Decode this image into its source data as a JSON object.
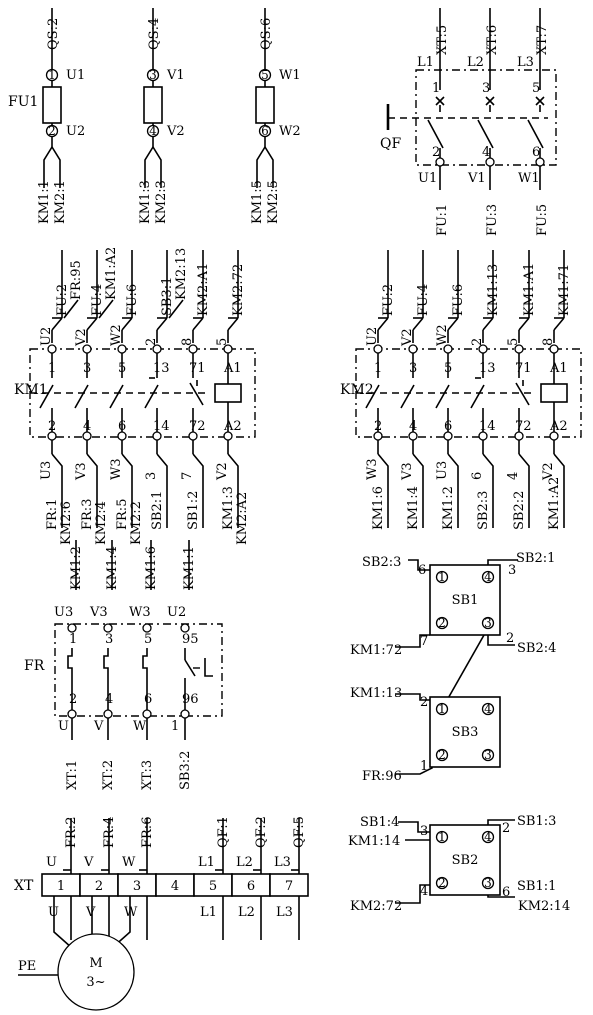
{
  "fuses": {
    "name": "FU1",
    "columns": [
      {
        "top": "QS:2",
        "in": "U1",
        "out": "U2",
        "t1": "1",
        "t2": "2",
        "bottom": [
          "KM1:1",
          "KM2:1"
        ]
      },
      {
        "top": "QS:4",
        "in": "V1",
        "out": "V2",
        "t1": "3",
        "t2": "4",
        "bottom": [
          "KM1:3",
          "KM2:3"
        ]
      },
      {
        "top": "QS:6",
        "in": "W1",
        "out": "W2",
        "t1": "5",
        "t2": "6",
        "bottom": [
          "KM1:5",
          "KM2:5"
        ]
      }
    ]
  },
  "qf": {
    "name": "QF",
    "top": [
      "XT:5",
      "XT:6",
      "XT:7"
    ],
    "in": [
      "L1",
      "L2",
      "L3"
    ],
    "t1": [
      "1",
      "3",
      "5"
    ],
    "t2": [
      "2",
      "4",
      "6"
    ],
    "out": [
      "U1",
      "V1",
      "W1"
    ],
    "bottom": [
      "FU:1",
      "FU:3",
      "FU:5"
    ]
  },
  "km1": {
    "name": "KM1",
    "top": [
      [
        "U2",
        "FU:2",
        "FR:95"
      ],
      [
        "V2",
        "FU:4",
        "KM1:A2"
      ],
      [
        "W2",
        "FU:6"
      ],
      [
        "2",
        "SB3:1",
        "KM2:13"
      ],
      [
        "8",
        "KM2:A1"
      ],
      [
        "5",
        "KM2:72"
      ]
    ],
    "t1": [
      "1",
      "3",
      "5",
      "13",
      "71",
      "A1"
    ],
    "t2": [
      "2",
      "4",
      "6",
      "14",
      "72",
      "A2"
    ],
    "bottom": [
      [
        "U3",
        "FR:1",
        "KM2:6"
      ],
      [
        "V3",
        "FR:3",
        "KM2:4"
      ],
      [
        "W3",
        "FR:5",
        "KM2:2"
      ],
      [
        "3",
        "SB2:1"
      ],
      [
        "7",
        "SB1:2"
      ],
      [
        "V2",
        "KM1:3",
        "KM2:A2"
      ]
    ]
  },
  "km2": {
    "name": "KM2",
    "top": [
      [
        "U2",
        "FU:2"
      ],
      [
        "V2",
        "FU:4"
      ],
      [
        "W2",
        "FU:6"
      ],
      [
        "2",
        "KM1:13"
      ],
      [
        "5",
        "KM1:A1"
      ],
      [
        "8",
        "KM1:71"
      ]
    ],
    "t1": [
      "1",
      "3",
      "5",
      "13",
      "71",
      "A1"
    ],
    "t2": [
      "2",
      "4",
      "6",
      "14",
      "72",
      "A2"
    ],
    "bottom": [
      [
        "W3",
        "KM1:6"
      ],
      [
        "V3",
        "KM1:4"
      ],
      [
        "U3",
        "KM1:2"
      ],
      [
        "6",
        "SB2:3"
      ],
      [
        "4",
        "SB2:2"
      ],
      [
        "V2",
        "KM1:A2"
      ]
    ]
  },
  "fr": {
    "name": "FR",
    "top": [
      [
        "U3",
        "KM1:2"
      ],
      [
        "V3",
        "KM1:4"
      ],
      [
        "W3",
        "KM1:6"
      ],
      [
        "U2",
        "KM1:1"
      ]
    ],
    "t1": [
      "1",
      "3",
      "5",
      "95"
    ],
    "t2": [
      "2",
      "4",
      "6",
      "96"
    ],
    "bottom": [
      [
        "U",
        "XT:1"
      ],
      [
        "V",
        "XT:2"
      ],
      [
        "W",
        "XT:3"
      ],
      [
        "1",
        "SB3:2"
      ]
    ]
  },
  "sb1": {
    "name": "SB1",
    "terms": [
      "1",
      "4",
      "2",
      "3"
    ],
    "wires": {
      "tl": [
        "6",
        "SB2:3"
      ],
      "tr": [
        "3",
        "SB2:1"
      ],
      "bl": [
        "7",
        "KM1:72"
      ],
      "br": [
        "2",
        "SB2:4"
      ]
    }
  },
  "sb3": {
    "name": "SB3",
    "terms": [
      "1",
      "4",
      "2",
      "3"
    ],
    "wires": {
      "tl": [
        "2",
        "KM1:13"
      ],
      "bl": [
        "1",
        "FR:96"
      ]
    }
  },
  "sb2": {
    "name": "SB2",
    "terms": [
      "1",
      "4",
      "2",
      "3"
    ],
    "wires": {
      "tl": [
        "3",
        "SB1:4"
      ],
      "tl2": "KM1:14",
      "tr": [
        "2",
        "SB1:3"
      ],
      "bl": [
        "4",
        "KM2:72"
      ],
      "br": [
        "6",
        "SB1:1"
      ],
      "br2": "KM2:14"
    }
  },
  "xt": {
    "name": "XT",
    "cells": [
      "1",
      "2",
      "3",
      "4",
      "5",
      "6",
      "7"
    ],
    "top": [
      "FR:2",
      "FR:4",
      "FR:6",
      "",
      "QF:1",
      "QF:2",
      "QF:5"
    ],
    "top_letters": [
      "U",
      "V",
      "W",
      "",
      "L1",
      "L2",
      "L3"
    ],
    "bottom_letters": [
      "U",
      "V",
      "W",
      "",
      "L1",
      "L2",
      "L3"
    ]
  },
  "motor": {
    "name": "M",
    "type": "3~",
    "pe": "PE"
  }
}
